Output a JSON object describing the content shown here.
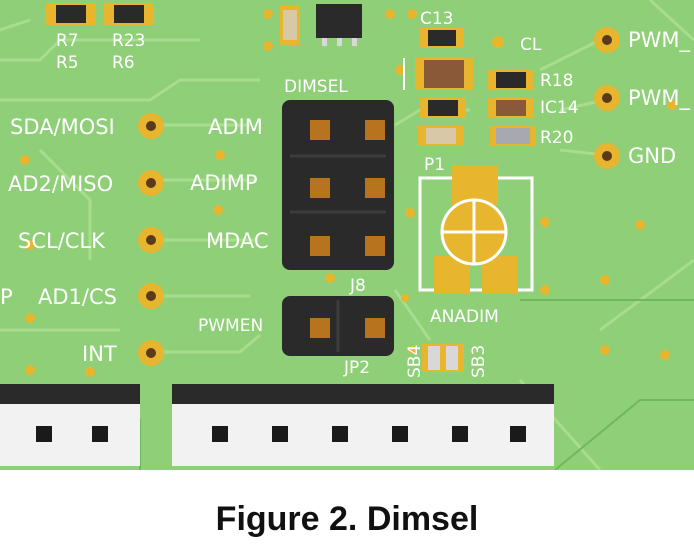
{
  "colors": {
    "board": "#8fcf78",
    "board_dark": "#6fb85f",
    "trace": "#a8dc8e",
    "pad": "#e8b62e",
    "header": "#2a2a2a",
    "pin": "#b8731f",
    "connector": "#f2f2f2",
    "silk": "#ffffff"
  },
  "silkscreen": {
    "r7": "R7",
    "r23": "R23",
    "r5": "R5",
    "r6": "R6",
    "c13": "C13",
    "cl": "CL",
    "r18": "R18",
    "ic14": "IC14",
    "r20": "R20",
    "pwm1": "PWM_",
    "pwm2": "PWM_",
    "gnd": "GND",
    "dimsel": "DIMSEL",
    "adim": "ADIM",
    "adimp": "ADIMP",
    "mdac": "MDAC",
    "pwmen": "PWMEN",
    "j8": "J8",
    "jp2": "JP2",
    "p1": "P1",
    "anadim": "ANADIM",
    "sb4": "SB4",
    "sb3": "SB3",
    "sda_mosi": "SDA/MOSI",
    "ad2_miso": "AD2/MISO",
    "scl_clk": "SCL/CLK",
    "ad1_cs": "AD1/CS",
    "int": "INT",
    "p_left": "P"
  },
  "caption": "Figure 2. Dimsel"
}
